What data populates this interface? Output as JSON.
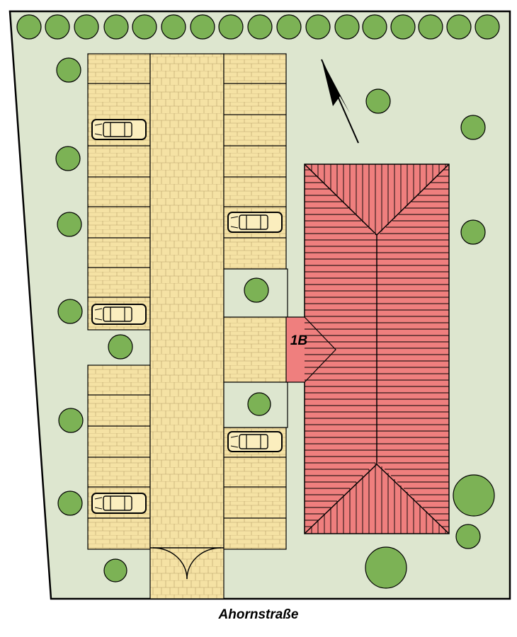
{
  "street_name": "Ahornstraße",
  "house_label": "1B",
  "legend": {
    "lot_color": "#dde6cf",
    "paving_color": "#f5e2a4",
    "roof_color": "#ef7f7e",
    "tree_color": "#7cb255",
    "car_color": "#fbeebe",
    "outline_color": "#000000"
  },
  "icons": {
    "north_arrow": "north-arrow-icon",
    "tree": "tree-icon",
    "car": "car-icon",
    "gate": "gate-icon"
  },
  "counts": {
    "parked_cars": 5,
    "trees_top_row": 17
  }
}
